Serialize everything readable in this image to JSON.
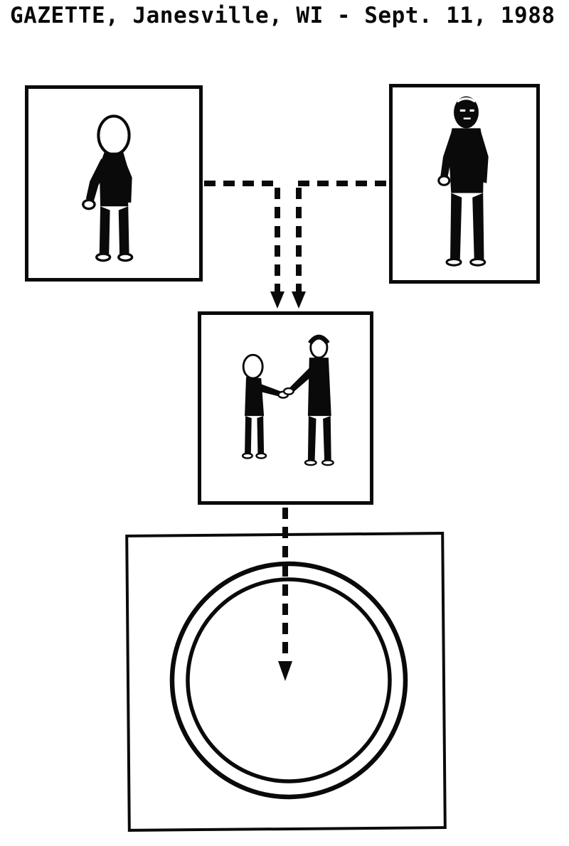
{
  "page": {
    "background": "#ffffff",
    "ink": "#0a0a0a"
  },
  "header": {
    "title": "GAZETTE, Janesville, WI - Sept. 11, 1988"
  },
  "diagram": {
    "nodes": [
      {
        "id": "small-being-box",
        "icon": "small-humanoid-silhouette-icon"
      },
      {
        "id": "tall-being-box",
        "icon": "tall-humanoid-silhouette-icon"
      },
      {
        "id": "meeting-box",
        "icon": "two-figures-meeting-icon"
      },
      {
        "id": "rings-box",
        "icon": "double-concentric-ring-icon"
      }
    ],
    "connectors": [
      {
        "from": "small-being-box",
        "to": "meeting-box",
        "style": "dashed-arrow"
      },
      {
        "from": "tall-being-box",
        "to": "meeting-box",
        "style": "dashed-arrow"
      },
      {
        "from": "meeting-box",
        "to": "rings-box",
        "style": "dashed-arrow"
      }
    ]
  }
}
